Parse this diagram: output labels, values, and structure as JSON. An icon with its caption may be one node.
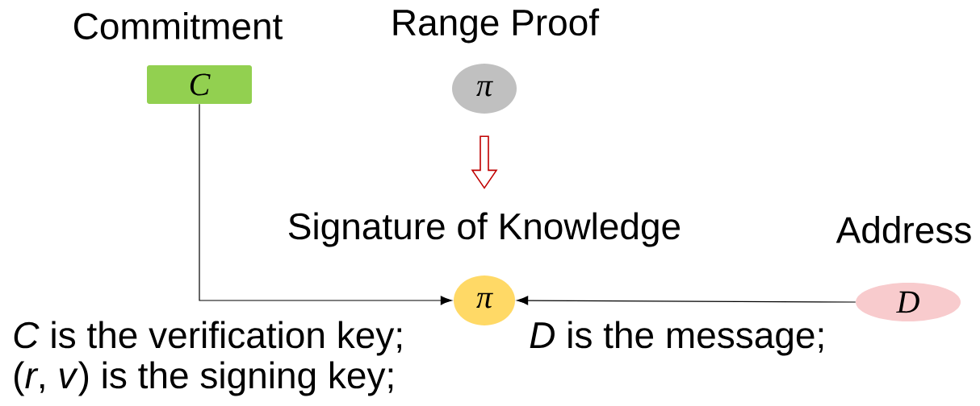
{
  "diagram": {
    "nodes": [
      {
        "text": [
          "Commitment",
          "C"
        ]
      },
      {
        "text": [
          "Range Proof",
          "π"
        ]
      },
      {
        "text": [
          "Signature of Knowledge",
          "π"
        ]
      },
      {
        "text": [
          "Address",
          "D"
        ]
      }
    ],
    "edges": [
      {
        "from": 0,
        "to": 2,
        "arrow": "to"
      },
      {
        "from": 1,
        "to": 2,
        "arrow": "to",
        "style": "thick",
        "color": "#c00000"
      },
      {
        "from": 3,
        "to": 2,
        "arrow": "to"
      }
    ],
    "labels": [
      "*C* is the verification key;",
      "*D* is the message;",
      "(*r*, *v*) is the signing key;"
    ]
  }
}
